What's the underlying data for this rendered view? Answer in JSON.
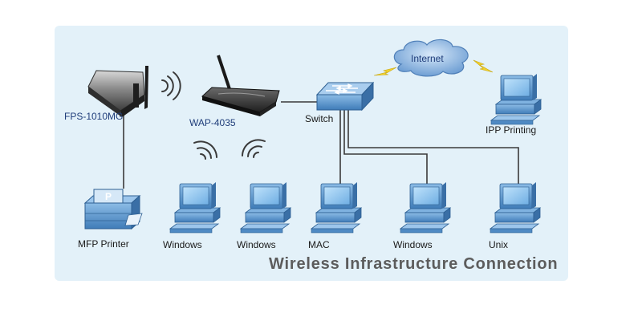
{
  "colors": {
    "panel_bg": "#e3f1f9",
    "line": "#3a3a3a",
    "device_blue": "#5f9ad0",
    "screen_blue": "#8fc4f0",
    "cloud_blue": "#8fb8e3",
    "lightning": "#f2d22e"
  },
  "labels": {
    "fps": "FPS-1010MG",
    "wap": "WAP-4035",
    "switch": "Switch",
    "internet": "Internet",
    "ipp": "IPP Printing",
    "mfp": "MFP Printer",
    "printer_mark": "P",
    "pc1": "Windows",
    "pc2": "Windows",
    "mac": "MAC",
    "pc3": "Windows",
    "unix": "Unix"
  },
  "footer_title": "Wireless Infrastructure Connection",
  "icons": [
    "print-server-icon",
    "access-point-icon",
    "switch-icon",
    "cloud-icon",
    "lightning-icon",
    "wifi-waves-icon",
    "printer-icon",
    "computer-icon"
  ]
}
